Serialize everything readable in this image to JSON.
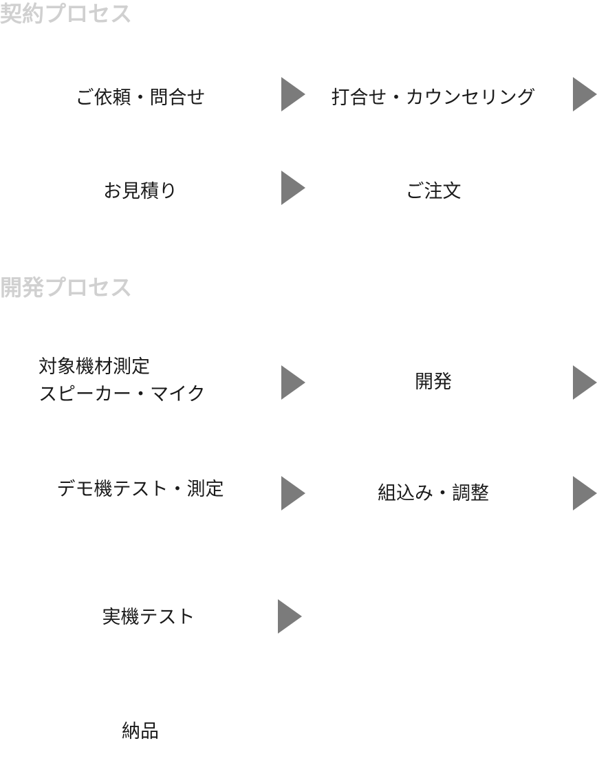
{
  "contract": {
    "heading": "契約プロセス",
    "steps": [
      {
        "label": "ご依頼・問合せ"
      },
      {
        "label": "打合せ・カウンセリング"
      },
      {
        "label": "お見積り"
      },
      {
        "label": "ご注文"
      }
    ]
  },
  "development": {
    "heading": "開発プロセス",
    "steps": [
      {
        "line1": "対象機材測定",
        "line2": "スピーカー・マイク"
      },
      {
        "label": "開発"
      },
      {
        "label": "デモ機テスト・測定"
      },
      {
        "label": "組込み・調整"
      },
      {
        "label": "実機テスト"
      },
      {
        "label": "納品"
      }
    ]
  },
  "colors": {
    "heading": "#d0d0d0",
    "text": "#1a1a1a",
    "arrow": "#7b7b7b"
  },
  "icons": {
    "arrow": "right-triangle-icon"
  }
}
